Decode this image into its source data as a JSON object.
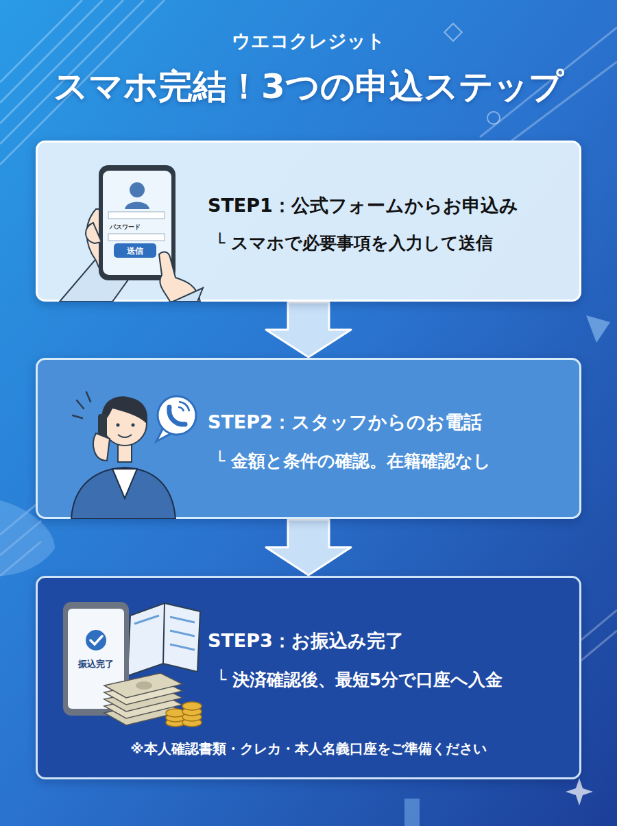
{
  "diagram": {
    "title": "スマホ完結！3つの申込ステップ",
    "nodes": [
      {
        "text": [
          "STEP1：公式フォームからお申込み",
          "└ スマホで必要事項を入力して送信"
        ]
      },
      {
        "text": [
          "STEP2：スタッフからのお電話",
          "└ 金額と条件の確認。在籍確認なし"
        ]
      },
      {
        "text": [
          "STEP3：お振込み完了",
          "└ 決済確認後、最短5分で口座へ入金",
          "※本人確認書類・クレカ・本人名義口座をご準備ください"
        ]
      }
    ],
    "edges": [
      {
        "from": 0,
        "to": 1,
        "arrow": "to"
      },
      {
        "from": 1,
        "to": 2,
        "arrow": "to"
      }
    ],
    "labels": [
      "ウエコクレジット",
      "パスワード",
      "送信",
      "振込完了"
    ]
  }
}
